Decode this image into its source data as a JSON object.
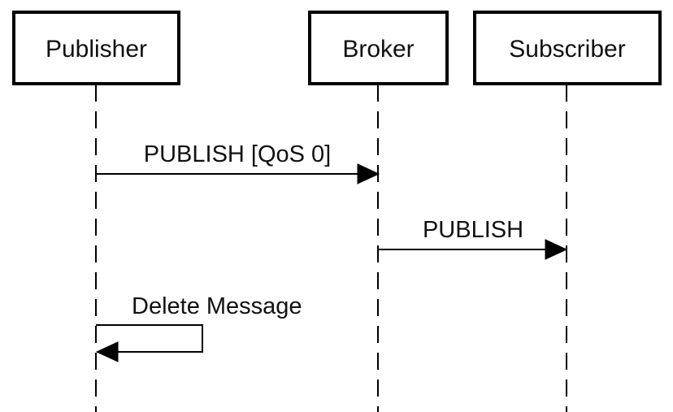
{
  "diagram": {
    "participants": [
      {
        "id": "publisher",
        "label": "Publisher"
      },
      {
        "id": "broker",
        "label": "Broker"
      },
      {
        "id": "subscriber",
        "label": "Subscriber"
      }
    ],
    "messages": [
      {
        "from": "publisher",
        "to": "broker",
        "label": "PUBLISH [QoS 0]"
      },
      {
        "from": "broker",
        "to": "subscriber",
        "label": "PUBLISH"
      },
      {
        "from": "publisher",
        "to": "publisher",
        "label": "Delete Message"
      }
    ]
  }
}
